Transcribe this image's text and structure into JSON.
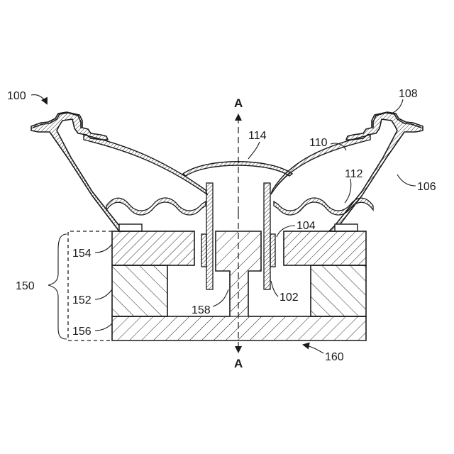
{
  "figure": {
    "section_label_top": "A",
    "section_label_bottom": "A",
    "refs": {
      "r100": "100",
      "r102": "102",
      "r104": "104",
      "r106": "106",
      "r108": "108",
      "r110": "110",
      "r112": "112",
      "r114": "114",
      "r150": "150",
      "r152": "152",
      "r154": "154",
      "r156": "156",
      "r158": "158",
      "r160": "160"
    }
  }
}
